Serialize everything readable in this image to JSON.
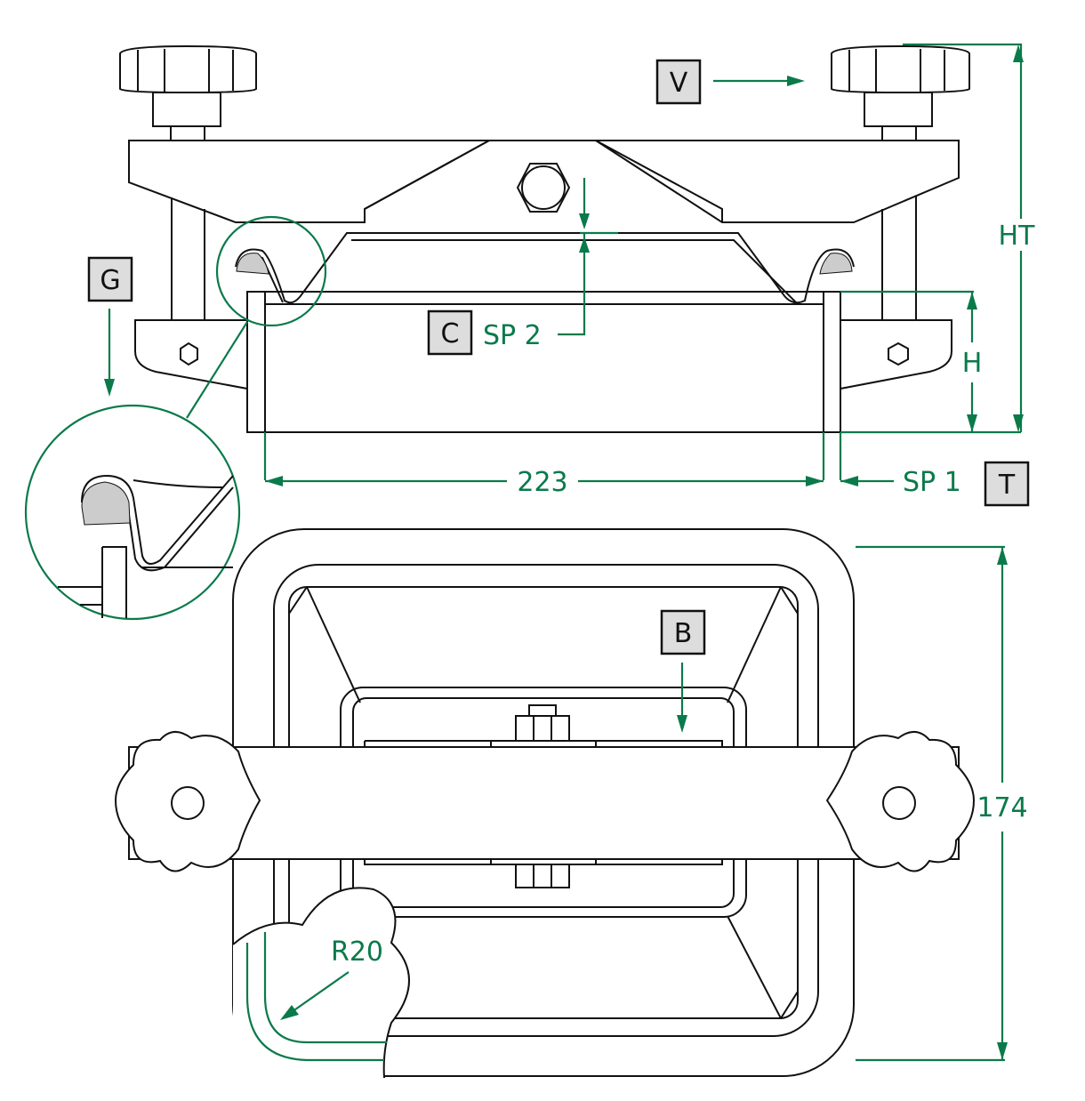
{
  "labels": {
    "v": "V",
    "g": "G",
    "c": "C",
    "t": "T",
    "b": "B"
  },
  "dimensions": {
    "ht": "HT",
    "h": "H",
    "sp2": "SP 2",
    "sp1": "SP 1",
    "width": "223",
    "height": "174",
    "radius": "R20"
  },
  "colors": {
    "dimension": "#0b7a4b",
    "label_box": "#dddddd",
    "line": "#111111"
  }
}
